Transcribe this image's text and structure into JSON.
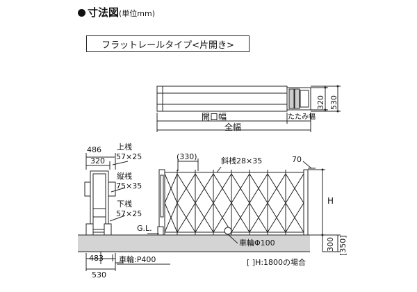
{
  "heading": {
    "title": "寸法図",
    "unit": "(単位mm)"
  },
  "type_label": "フラットレールタイプ<片開き>",
  "top_view": {
    "opening_width": "開口幅",
    "folded_width": "たたみ幅",
    "total_width": "全幅",
    "dim_320": "320",
    "dim_530": "530"
  },
  "side_view": {
    "top_rail": "上桟",
    "top_rail_size": "57×25",
    "vertical_rail": "縦桟",
    "vertical_rail_size": "75×35",
    "bottom_rail": "下桟",
    "bottom_rail_size": "57×25",
    "dim_486": "486",
    "dim_320": "320",
    "dim_483": "483",
    "dim_530": "530",
    "wheel": "車輪:P400"
  },
  "front_view": {
    "dim_330": "(330)",
    "diagonal": "斜桟28×35",
    "dim_70": "70",
    "height": "H",
    "dim_300": "300",
    "dim_350": "[350]",
    "ground_line": "G.L.",
    "wheel": "車輪Φ100",
    "note": "[ ]H:1800の場合"
  }
}
